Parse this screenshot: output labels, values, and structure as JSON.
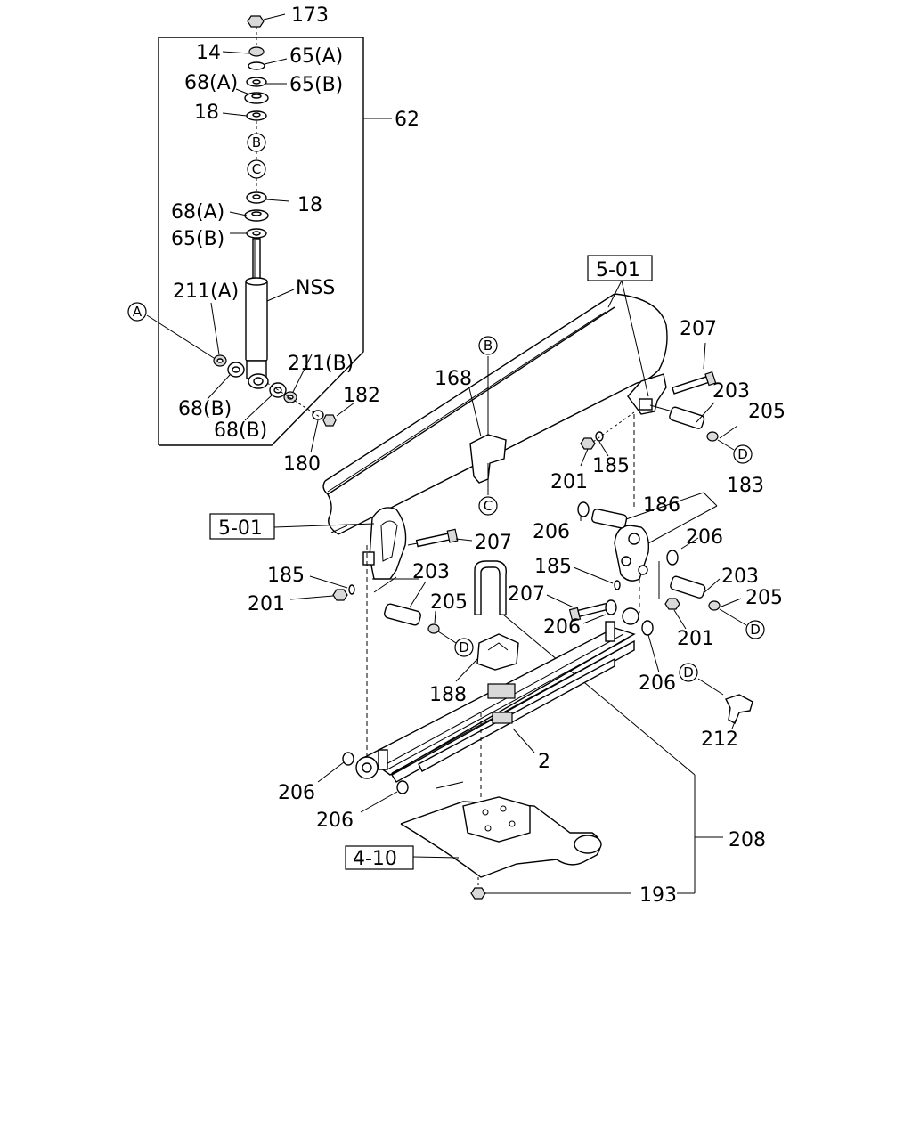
{
  "labels": {
    "p173": "173",
    "p14": "14",
    "p65a": "65(A)",
    "p68a_top": "68(A)",
    "p65b_top": "65(B)",
    "p18_top": "18",
    "p62": "62",
    "p18_mid": "18",
    "p68a_mid": "68(A)",
    "p65b_mid": "65(B)",
    "pnss": "NSS",
    "p211a": "211(A)",
    "p211b": "211(B)",
    "p68b_1": "68(B)",
    "p68b_2": "68(B)",
    "p182": "182",
    "p180": "180",
    "p168": "168",
    "p207_right": "207",
    "p203_right": "203",
    "p205_right": "205",
    "p201_right_top": "201",
    "p185_right_top": "185",
    "p183": "183",
    "p186": "186",
    "p206_a": "206",
    "p206_b": "206",
    "p207_left": "207",
    "p185_left": "185",
    "p201_left": "201",
    "p203_left": "203",
    "p205_left": "205",
    "p185_mid": "185",
    "p207_mid": "207",
    "p206_c": "206",
    "p203_right2": "203",
    "p205_right2": "205",
    "p201_right2": "201",
    "p206_d": "206",
    "p188": "188",
    "p212": "212",
    "p2": "2",
    "p206_e": "206",
    "p206_f": "206",
    "p208": "208",
    "p193": "193"
  },
  "refs": {
    "box_501_top": "5-01",
    "box_501_left": "5-01",
    "box_410": "4-10"
  },
  "callouts": {
    "A": "A",
    "B_top": "B",
    "C_top": "C",
    "B_frame": "B",
    "C_frame": "C",
    "D1": "D",
    "D2": "D",
    "D3": "D",
    "D4": "D"
  }
}
